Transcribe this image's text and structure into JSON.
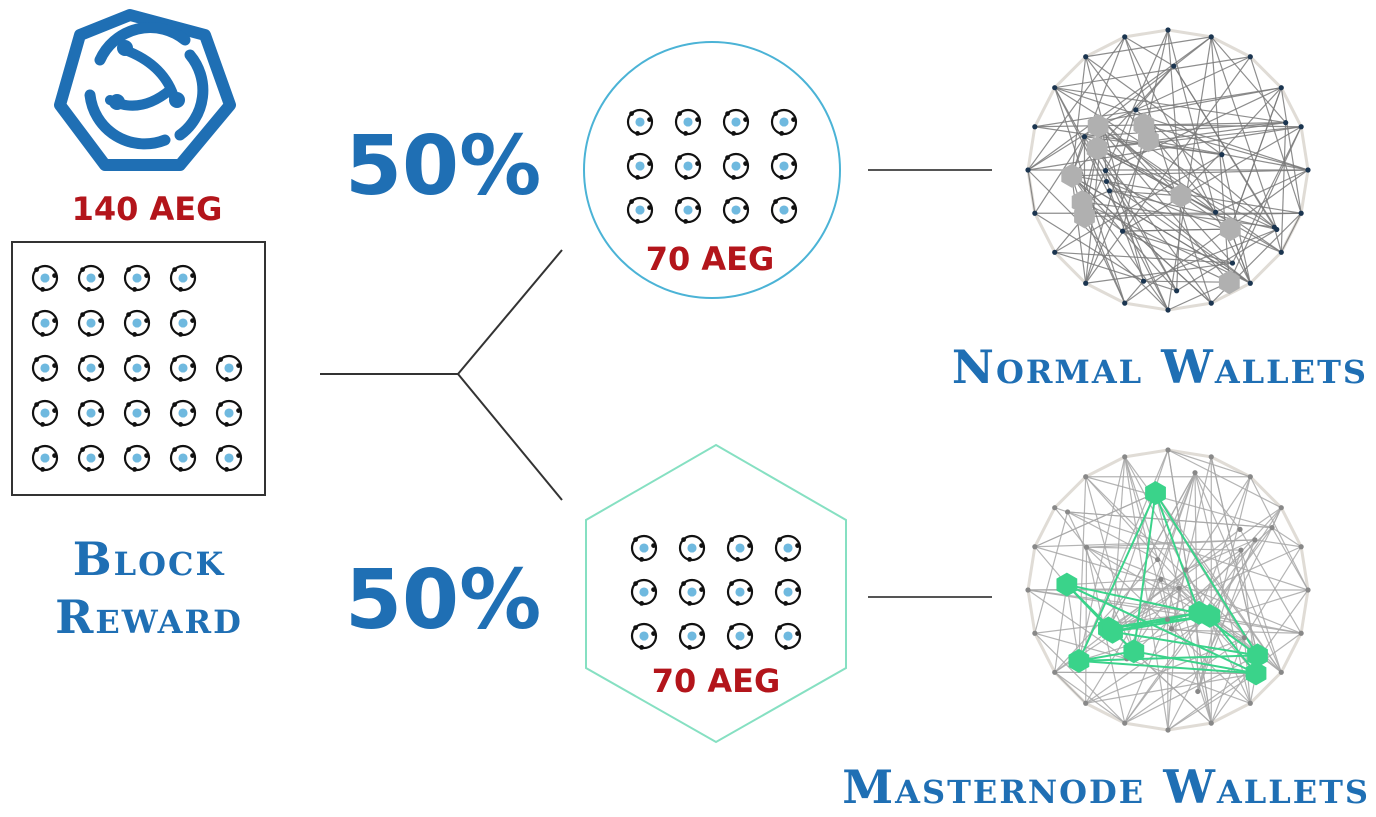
{
  "block_reward": {
    "amount": "140 AEG",
    "title_line1": "Block",
    "title_line2": "Reward",
    "coin_rows": [
      4,
      4,
      5,
      5,
      5
    ]
  },
  "normal": {
    "percent": "50%",
    "amount": "70 AEG",
    "label": "Normal Wallets",
    "coin_rows": [
      4,
      4,
      4
    ],
    "network_node_color": "#b0b0b0"
  },
  "masternode": {
    "percent": "50%",
    "amount": "70 AEG",
    "label": "Masternode Wallets",
    "coin_rows": [
      4,
      4,
      4
    ],
    "network_node_color": "#3ad38a"
  },
  "colors": {
    "brand_blue": "#1f6fb4",
    "amount_red": "#b3151b",
    "coin_dot": "#6fb9df",
    "circle_border": "#4bb3d6",
    "hexagon_border": "#86e0c2"
  },
  "icons": [
    "aegis-logo-icon",
    "coin-icon",
    "network-globe-icon"
  ]
}
